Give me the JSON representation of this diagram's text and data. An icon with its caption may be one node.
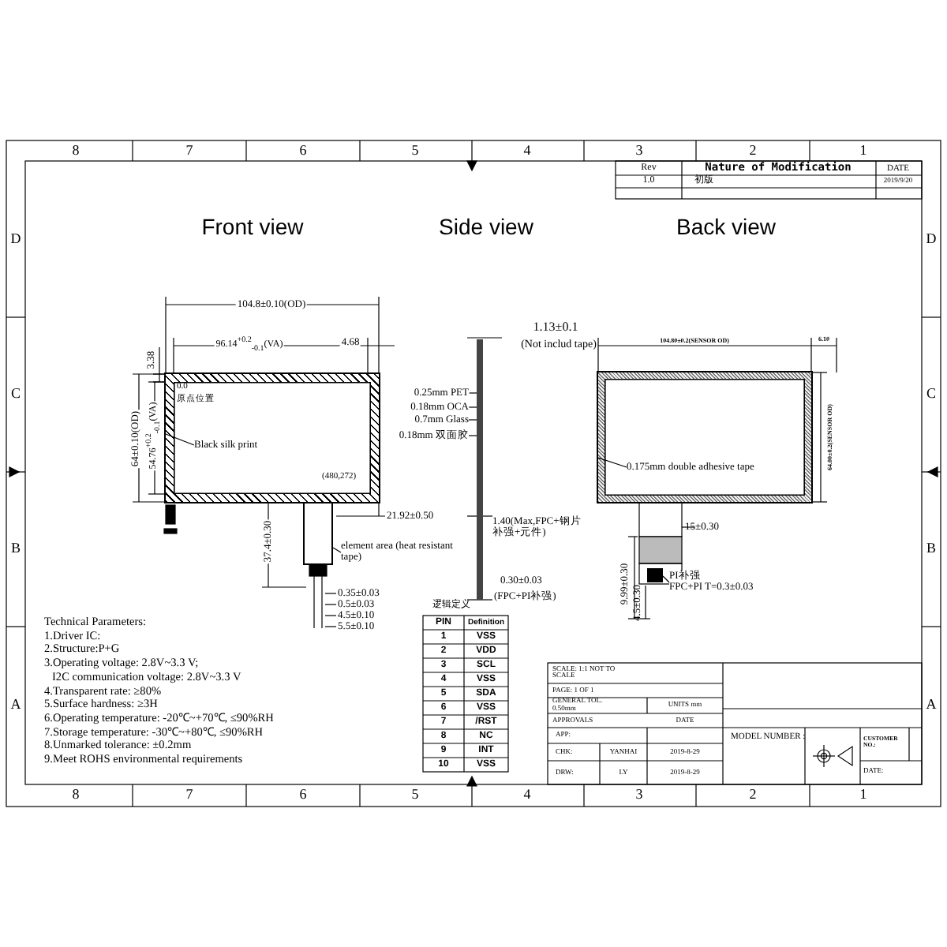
{
  "diagram": {
    "nodes": [
      {
        "text": [],
        "shape": "box"
      },
      {
        "text": [
          "Black silk print"
        ],
        "in": 0
      },
      {
        "text": [],
        "shape": "box"
      },
      {
        "text": [
          "element area (heat resistant tape)"
        ]
      },
      {
        "text": [],
        "shape": "box"
      },
      {
        "text": [
          "0.175mm double adhesive tape"
        ],
        "in": 4
      },
      {
        "text": [],
        "shape": "box"
      },
      {
        "text": [
          "PI补强",
          "FPC+PI T=0.3±0.03"
        ]
      },
      {
        "text": [],
        "shape": "bar"
      },
      {
        "text": [
          "0.25mm PET"
        ]
      },
      {
        "text": [
          "0.18mm OCA"
        ]
      },
      {
        "text": [
          "0.7mm Glass"
        ]
      },
      {
        "text": [
          "0.18mm 双面胶"
        ]
      }
    ],
    "edges": [
      {
        "from": 1,
        "to": 0,
        "arrow": "none"
      },
      {
        "from": 3,
        "to": 2,
        "arrow": "none"
      },
      {
        "from": 5,
        "to": 4,
        "arrow": "none"
      },
      {
        "from": 7,
        "to": 6,
        "arrow": "none"
      },
      {
        "from": 9,
        "to": 8,
        "arrow": "none"
      },
      {
        "from": 10,
        "to": 8,
        "arrow": "none"
      },
      {
        "from": 11,
        "to": 8,
        "arrow": "none"
      },
      {
        "from": 12,
        "to": 8,
        "arrow": "none"
      }
    ],
    "labels": [
      "8",
      "7",
      "6",
      "5",
      "4",
      "3",
      "2",
      "1",
      "D",
      "C",
      "B",
      "A",
      "D",
      "C",
      "B",
      "A",
      "Rev",
      "Nature of Modification",
      "DATE",
      "1.0",
      "初版",
      "2019/9/20",
      "Front view",
      "Side view",
      "Back view",
      "104.8±0.10(OD)",
      "96.14$^{+0.2}$$_{-0.1}$(VA)",
      "4.68",
      "3.38",
      "64±0.10(OD)",
      "54.76$^{+0.2}$$_{-0.1}$(VA)",
      "0.0",
      "原点位置",
      "(480,272)",
      "21.92±0.50",
      "37.4±0.30",
      "0.35±0.03",
      "0.5±0.03",
      "4.5±0.10",
      "5.5±0.10",
      "1.13±0.1",
      "(Not includ tape)",
      "1.40(Max,FPC+钢片补强+元件)",
      "0.30±0.03",
      "(FPC+PI补强)",
      "104.80±0.2(SENSOR OD)",
      "6.10",
      "64.00±0.2(SENSOR OD)",
      "15±0.30",
      "9.99±0.30",
      "4.5±0.30",
      "Technical Parameters:",
      "1.Driver IC:",
      "2.Structure:P+G",
      "3.Operating voltage: 2.8V~3.3 V;",
      "I2C communication voltage: 2.8V~3.3 V",
      "4.Transparent rate: ≥80%",
      "5.Surface hardness: ≥3H",
      "6.Operating temperature: -20℃~+70℃, ≤90%RH",
      "7.Storage temperature: -30℃~+80℃, ≤90%RH",
      "8.Unmarked tolerance: ±0.2mm",
      "9.Meet ROHS environmental requirements",
      "逻辑定义",
      "PIN",
      "Definition",
      "1",
      "VSS",
      "2",
      "VDD",
      "3",
      "SCL",
      "4",
      "VSS",
      "5",
      "SDA",
      "6",
      "VSS",
      "7",
      "/RST",
      "8",
      "NC",
      "9",
      "INT",
      "10",
      "VSS",
      "SCALE: 1:1 NOT TO SCALE",
      "PAGE: 1 OF 1",
      "GENERAL TOL. 0.50mm",
      "UNITS mm",
      "APPROVALS",
      "DATE",
      "APP:",
      "CHK:",
      "YANHAI",
      "2019-8-29",
      "DRW:",
      "LY",
      "2019-8-29",
      "MODEL NUMBER :",
      "CUSTOMER NO.:",
      "DATE:",
      "8",
      "7",
      "6",
      "5",
      "4",
      "3",
      "2",
      "1"
    ]
  }
}
